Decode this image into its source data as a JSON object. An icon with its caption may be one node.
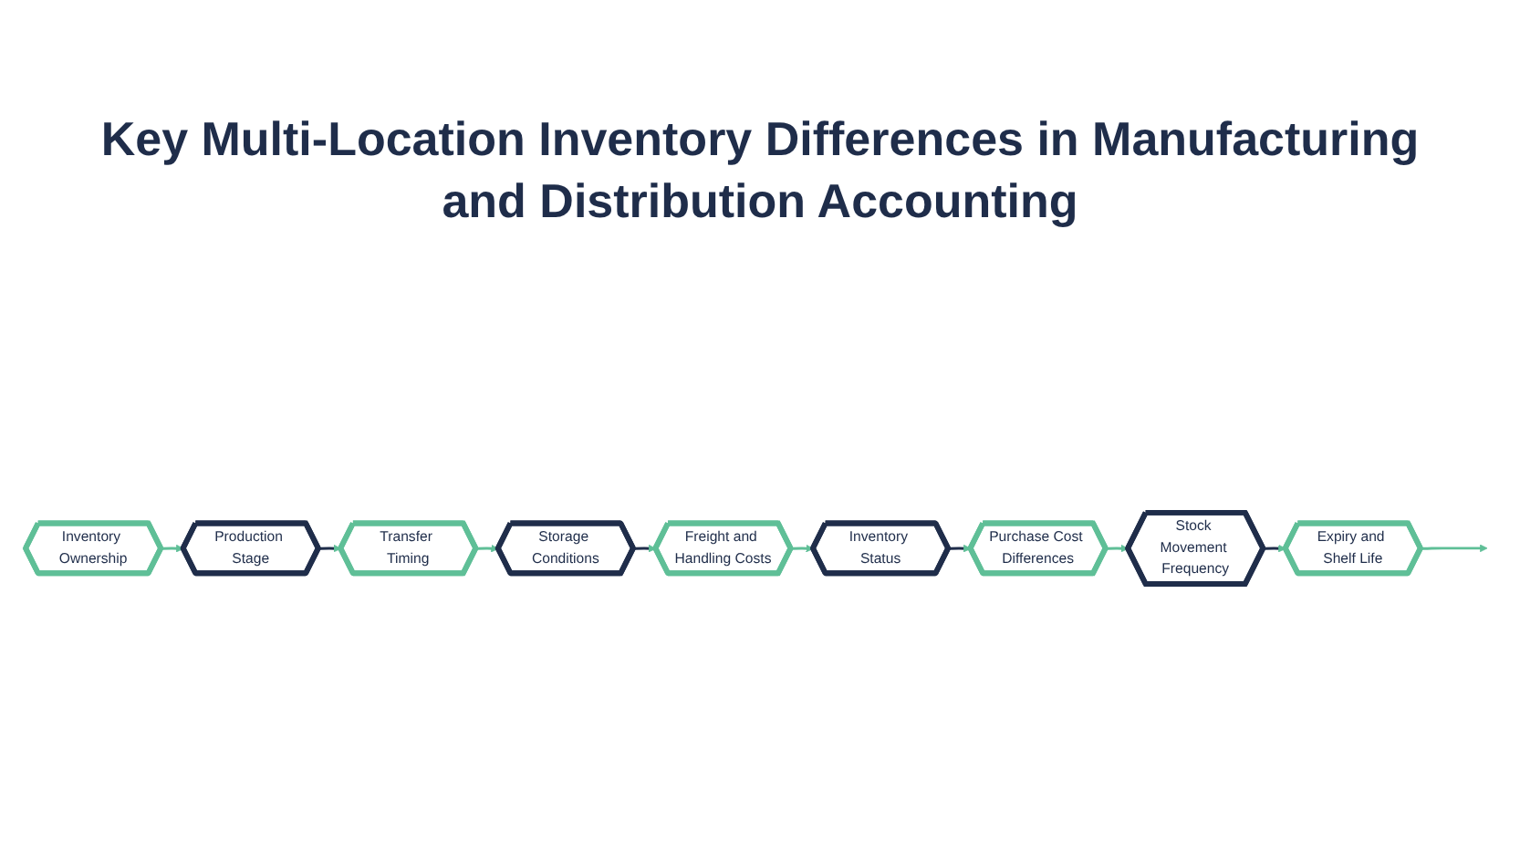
{
  "diagram": {
    "title": "Key Multi-Location Inventory Differences in Manufacturing and Distribution Accounting",
    "nodes": [
      {
        "text": [
          "Inventory Ownership"
        ]
      },
      {
        "text": [
          "Production Stage"
        ]
      },
      {
        "text": [
          "Transfer Timing"
        ]
      },
      {
        "text": [
          "Storage Conditions"
        ]
      },
      {
        "text": [
          "Freight and Handling Costs"
        ]
      },
      {
        "text": [
          "Inventory Status"
        ]
      },
      {
        "text": [
          "Purchase Cost Differences"
        ]
      },
      {
        "text": [
          "Stock Movement Frequency"
        ]
      },
      {
        "text": [
          "Expiry and Shelf Life"
        ]
      }
    ],
    "edges": [
      {
        "from": 0,
        "to": 1,
        "arrow": "to"
      },
      {
        "from": 1,
        "to": 2,
        "arrow": "to",
        "color": "#1f2d4a"
      },
      {
        "from": 2,
        "to": 3,
        "arrow": "to"
      },
      {
        "from": 3,
        "to": 4,
        "arrow": "to",
        "color": "#1f2d4a"
      },
      {
        "from": 4,
        "to": 5,
        "arrow": "to"
      },
      {
        "from": 5,
        "to": 6,
        "arrow": "to",
        "color": "#1f2d4a"
      },
      {
        "from": 6,
        "to": 7,
        "arrow": "to"
      },
      {
        "from": 7,
        "to": 8,
        "arrow": "to",
        "color": "#1f2d4a"
      },
      {
        "from": 8,
        "to": null,
        "arrow": "to"
      }
    ]
  }
}
